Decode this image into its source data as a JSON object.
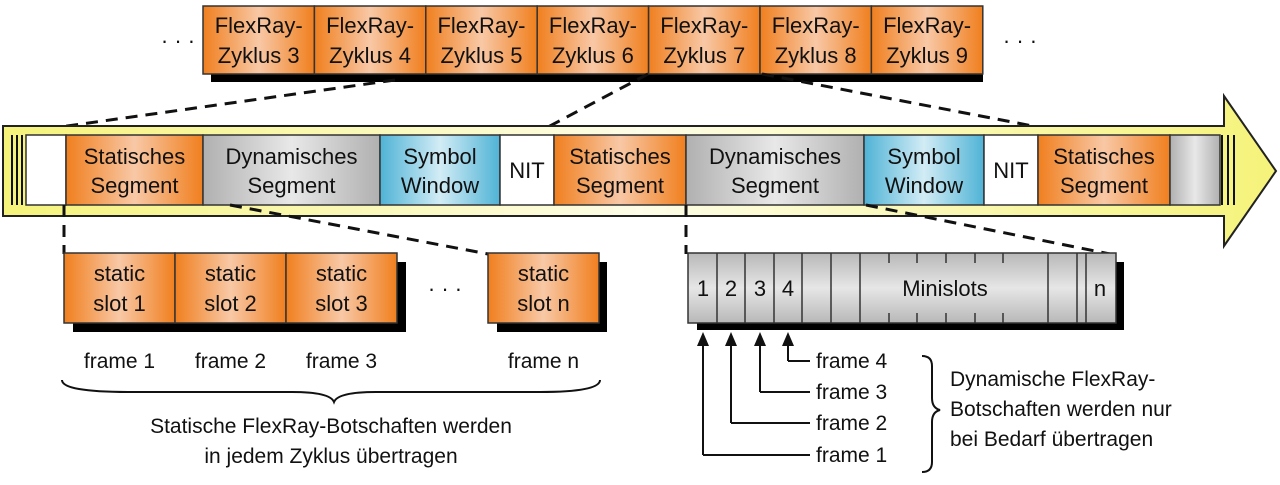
{
  "cycles": {
    "ellipsis_left": "· · ·",
    "ellipsis_right": "· · ·",
    "items": [
      {
        "line1": "FlexRay-",
        "line2": "Zyklus 3"
      },
      {
        "line1": "FlexRay-",
        "line2": "Zyklus 4"
      },
      {
        "line1": "FlexRay-",
        "line2": "Zyklus 5"
      },
      {
        "line1": "FlexRay-",
        "line2": "Zyklus 6"
      },
      {
        "line1": "FlexRay-",
        "line2": "Zyklus 7"
      },
      {
        "line1": "FlexRay-",
        "line2": "Zyklus 8"
      },
      {
        "line1": "FlexRay-",
        "line2": "Zyklus 9"
      }
    ]
  },
  "timeline": {
    "segments": [
      {
        "kind": "white",
        "line1": "",
        "line2": ""
      },
      {
        "kind": "static",
        "line1": "Statisches",
        "line2": "Segment"
      },
      {
        "kind": "dynamic",
        "line1": "Dynamisches",
        "line2": "Segment"
      },
      {
        "kind": "symbol",
        "line1": "Symbol",
        "line2": "Window"
      },
      {
        "kind": "nit",
        "line1": "NIT",
        "line2": ""
      },
      {
        "kind": "static",
        "line1": "Statisches",
        "line2": "Segment"
      },
      {
        "kind": "dynamic",
        "line1": "Dynamisches",
        "line2": "Segment"
      },
      {
        "kind": "symbol",
        "line1": "Symbol",
        "line2": "Window"
      },
      {
        "kind": "nit",
        "line1": "NIT",
        "line2": ""
      },
      {
        "kind": "static",
        "line1": "Statisches",
        "line2": "Segment"
      },
      {
        "kind": "dynamic",
        "line1": "",
        "line2": ""
      }
    ]
  },
  "static_slots": {
    "slots": [
      {
        "line1": "static",
        "line2": "slot 1",
        "frame": "frame 1"
      },
      {
        "line1": "static",
        "line2": "slot 2",
        "frame": "frame 2"
      },
      {
        "line1": "static",
        "line2": "slot 3",
        "frame": "frame 3"
      },
      {
        "line1": "static",
        "line2": "slot n",
        "frame": "frame n"
      }
    ],
    "ellipsis": "· · ·",
    "caption_line1": "Statische FlexRay-Botschaften werden",
    "caption_line2": "in jedem Zyklus übertragen"
  },
  "minislots": {
    "numbers": [
      "1",
      "2",
      "3",
      "4"
    ],
    "label": "Minislots",
    "last": "n",
    "frames": [
      "frame 4",
      "frame 3",
      "frame 2",
      "frame 1"
    ],
    "caption_line1": "Dynamische FlexRay-",
    "caption_line2": "Botschaften werden nur",
    "caption_line3": "bei Bedarf übertragen"
  },
  "colors": {
    "orange": "#f07f1e",
    "orange_light": "#f8c8a6",
    "gray": "#b4b4b4",
    "gray_light": "#e6e6e6",
    "blue": "#4fb3d6",
    "blue_light": "#cdeaf4",
    "yellow": "#f6f37a",
    "yellow_light": "#fdfde0"
  }
}
